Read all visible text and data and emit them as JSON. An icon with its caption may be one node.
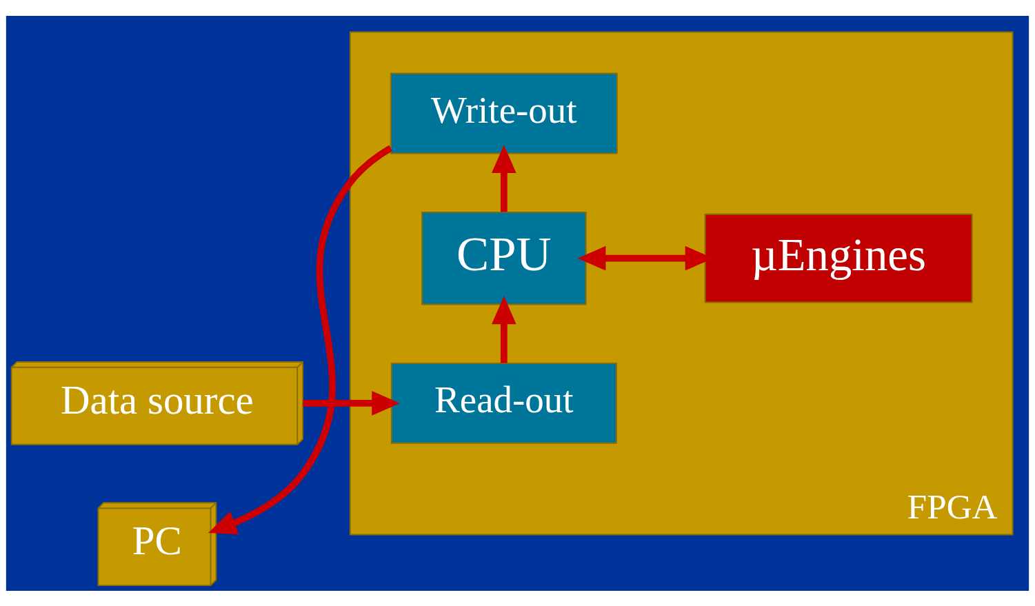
{
  "diagram": {
    "nodes": [
      {
        "text": [
          "Data source"
        ]
      },
      {
        "text": [
          "FPGA"
        ]
      },
      {
        "text": [
          "Read-out"
        ],
        "in": 1
      },
      {
        "text": [
          "CPU"
        ],
        "in": 1
      },
      {
        "text": [
          "µEngines"
        ],
        "in": 1
      },
      {
        "text": [
          "Write-out"
        ],
        "in": 1
      },
      {
        "text": [
          "PC"
        ]
      }
    ],
    "edges": [
      {
        "from": 0,
        "to": 2,
        "arrow": "to"
      },
      {
        "from": 2,
        "to": 3,
        "arrow": "to"
      },
      {
        "from": 3,
        "to": 4,
        "arrow": "both"
      },
      {
        "from": 3,
        "to": 5,
        "arrow": "to"
      },
      {
        "from": 5,
        "to": 6,
        "arrow": "to"
      }
    ]
  }
}
